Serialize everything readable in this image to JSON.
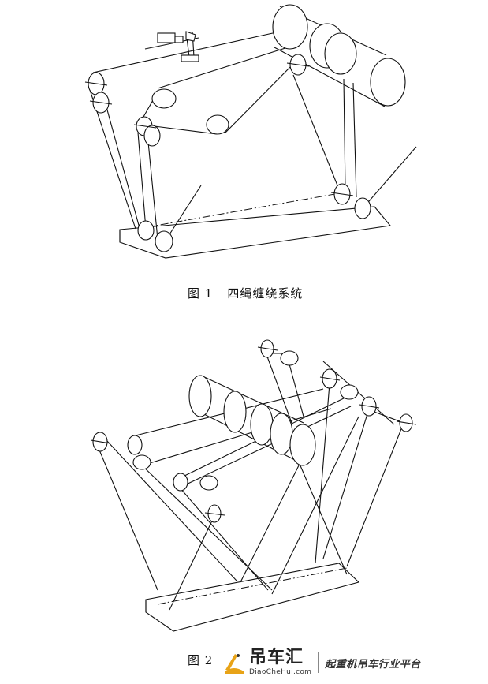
{
  "figure1": {
    "caption_number": "图 1",
    "caption_text": "四绳缠绕系统"
  },
  "figure2": {
    "caption_number": "图 2",
    "caption_text": ""
  },
  "watermark": {
    "brand_cn": "吊车汇",
    "brand_en": "DiaoCheHui.com",
    "slogan": "起重机吊车行业平台",
    "logo_icon": "crane-helmet-logo-icon",
    "accent_color": "#e8a317"
  }
}
